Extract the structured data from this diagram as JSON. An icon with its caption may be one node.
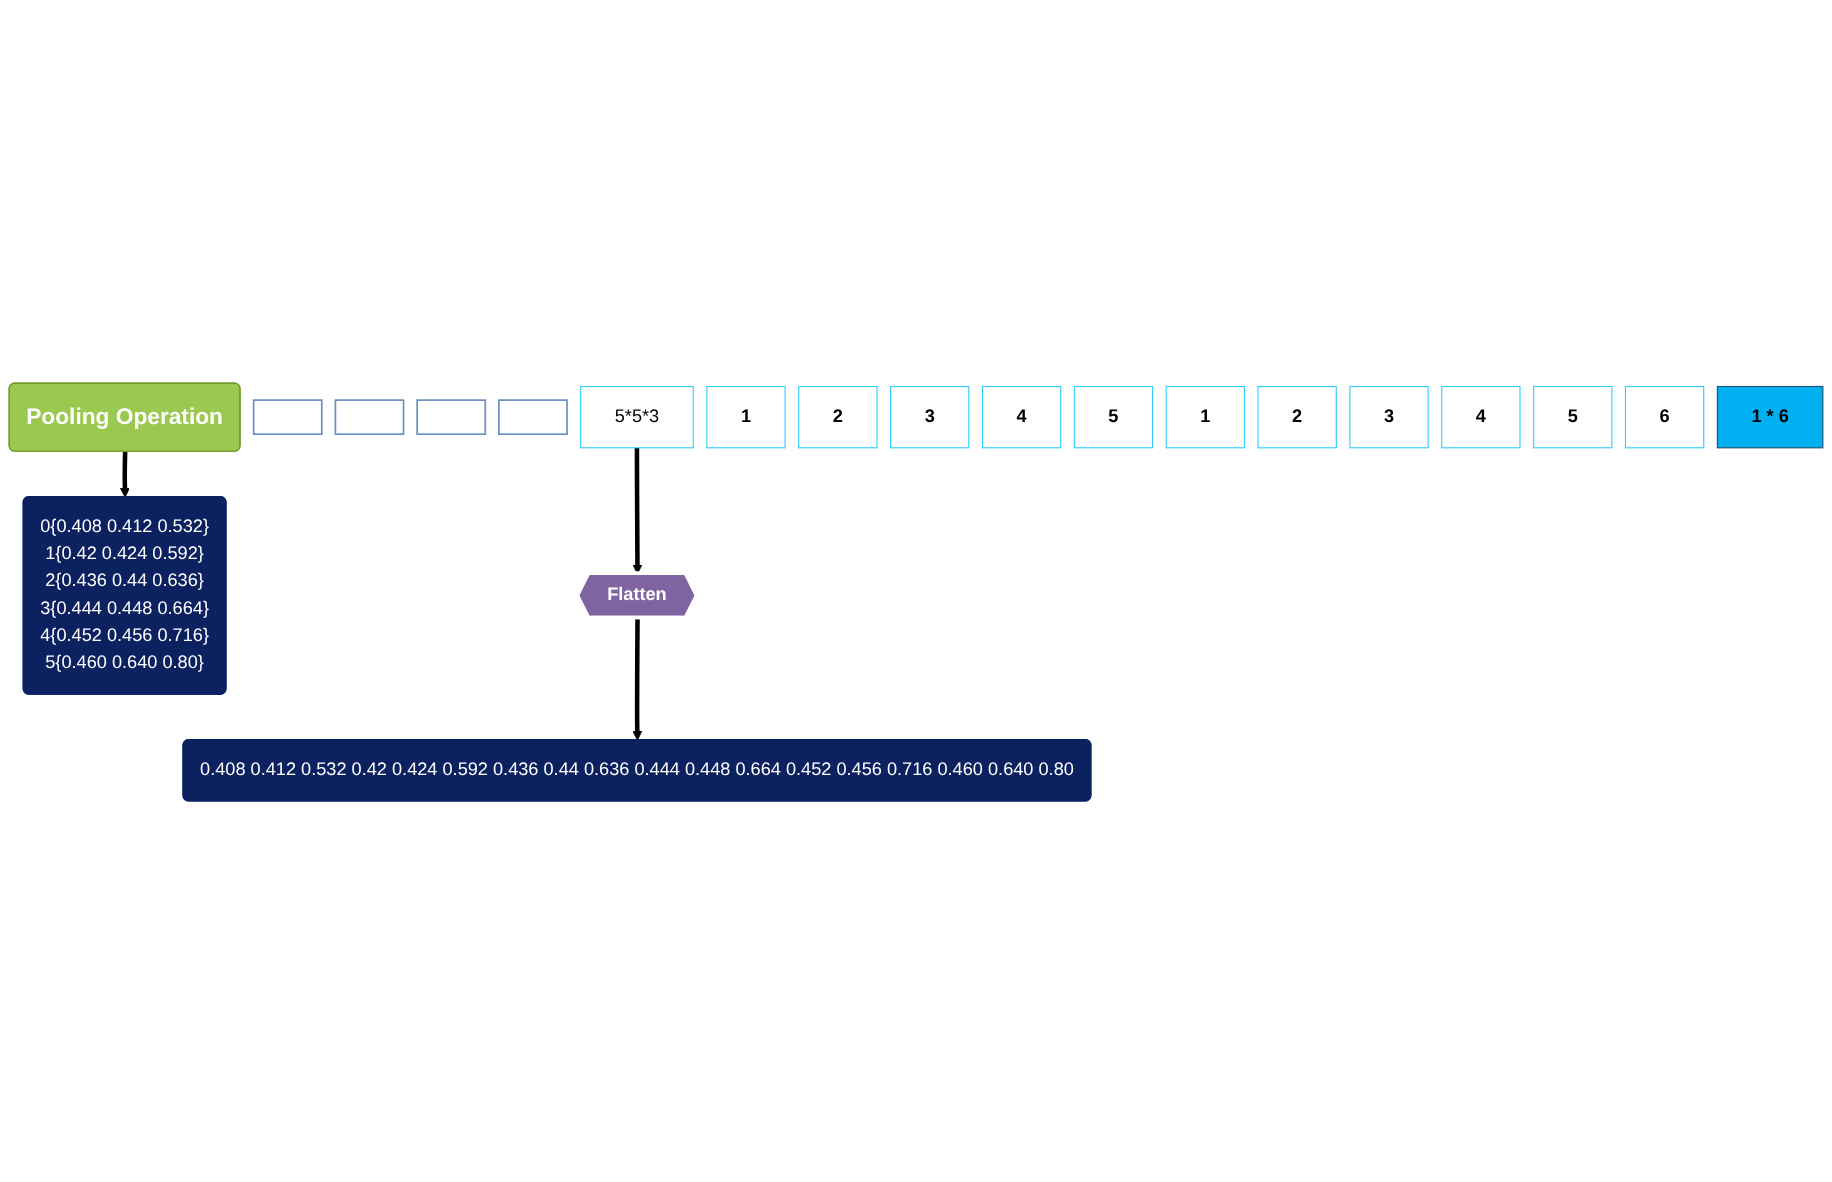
{
  "diagram": {
    "nodes": [
      {
        "text": [
          "Pooling Operation"
        ]
      },
      {
        "text": [
          "0{0.408 0.412 0.532}",
          "1{0.42 0.424 0.592}",
          "2{0.436 0.44 0.636}",
          "3{0.444 0.448 0.664}",
          "4{0.452 0.456 0.716}",
          "5{0.460 0.640 0.80}"
        ]
      },
      {
        "text": [],
        "shape": "box"
      },
      {
        "text": [],
        "shape": "box"
      },
      {
        "text": [],
        "shape": "box"
      },
      {
        "text": [],
        "shape": "box"
      },
      {
        "text": [
          "5*5*3"
        ]
      },
      {
        "text": [
          "1"
        ]
      },
      {
        "text": [
          "2"
        ]
      },
      {
        "text": [
          "3"
        ]
      },
      {
        "text": [
          "4"
        ]
      },
      {
        "text": [
          "5"
        ]
      },
      {
        "text": [
          "Flatten"
        ]
      },
      {
        "text": [
          "0.408 0.412 0.532 0.42 0.424 0.592 0.436 0.44 0.636 0.444 0.448 0.664 0.452 0.456 0.716 0.460 0.640 0.80"
        ]
      },
      {
        "text": [
          "1"
        ]
      },
      {
        "text": [
          "2"
        ]
      },
      {
        "text": [
          "3"
        ]
      },
      {
        "text": [
          "4"
        ]
      },
      {
        "text": [
          "5"
        ]
      },
      {
        "text": [
          "6"
        ]
      },
      {
        "text": [
          "1 * 6"
        ]
      }
    ],
    "edges": [
      {
        "from": 0,
        "to": 1,
        "arrow": "to"
      },
      {
        "from": 6,
        "to": 12,
        "arrow": "to"
      },
      {
        "from": 12,
        "to": 13,
        "arrow": "to"
      }
    ]
  }
}
